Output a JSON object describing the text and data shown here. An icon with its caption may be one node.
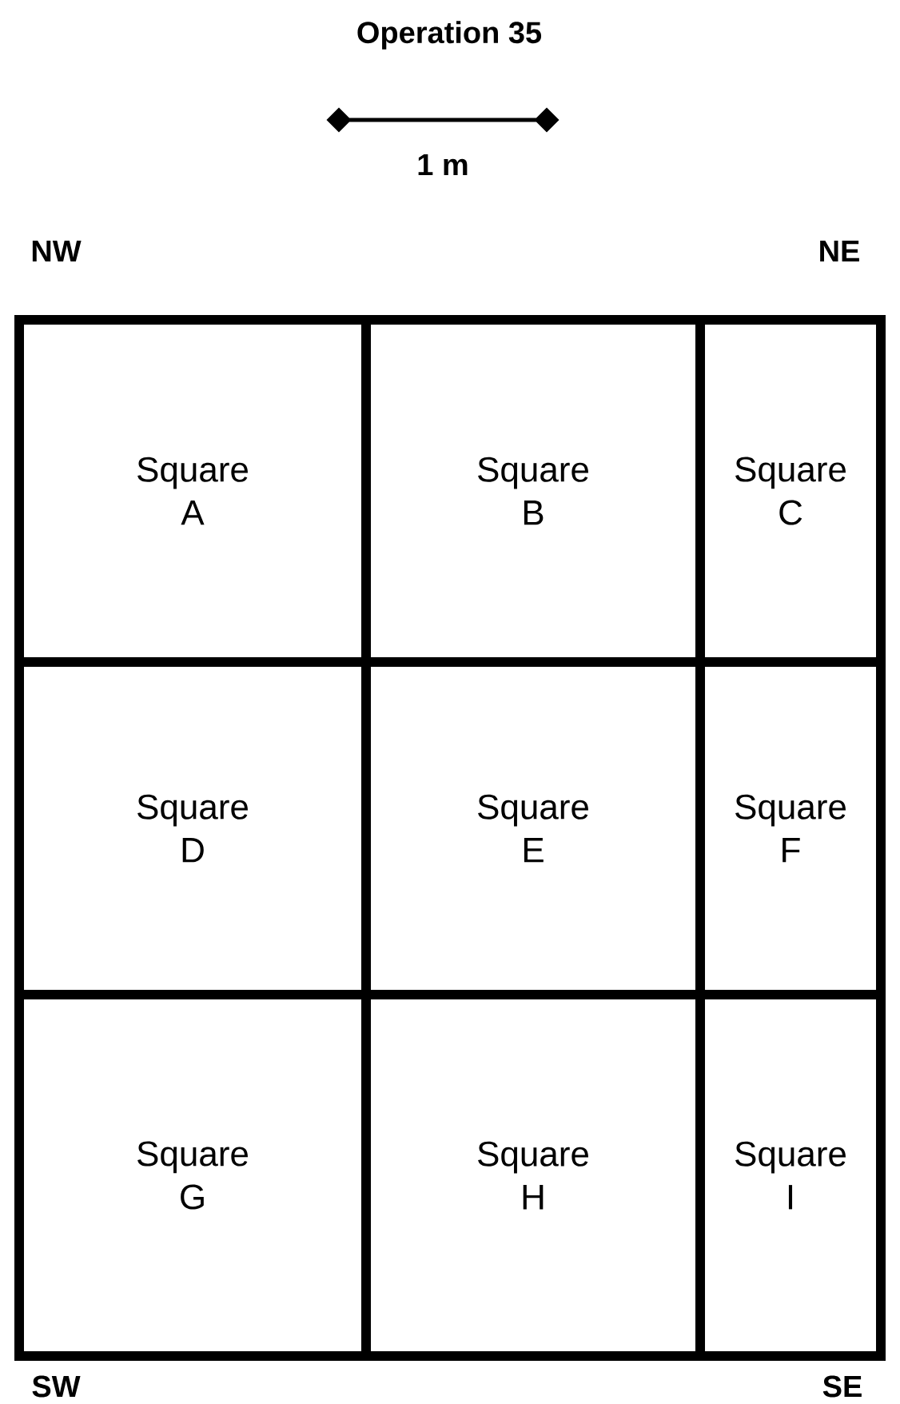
{
  "diagram": {
    "title": "Operation 35",
    "nodes": [
      {
        "text": [
          "Square A"
        ]
      },
      {
        "text": [
          "Square B"
        ]
      },
      {
        "text": [
          "Square C"
        ]
      },
      {
        "text": [
          "Square D"
        ]
      },
      {
        "text": [
          "Square E"
        ]
      },
      {
        "text": [
          "Square F"
        ]
      },
      {
        "text": [
          "Square G"
        ]
      },
      {
        "text": [
          "Square H"
        ]
      },
      {
        "text": [
          "Square I"
        ]
      }
    ],
    "labels": [
      "1 m",
      "NW",
      "NE",
      "SW",
      "SE"
    ]
  }
}
